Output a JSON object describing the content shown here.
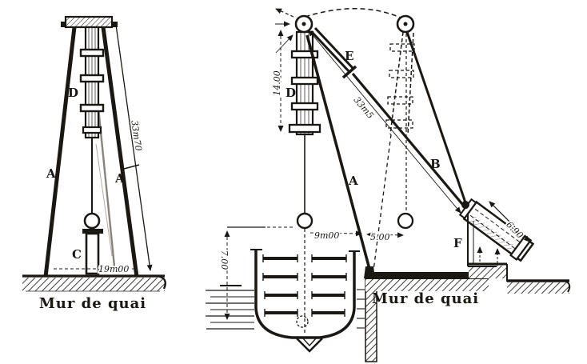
{
  "colors": {
    "ink": "#1b1712",
    "paper": "#ffffff"
  },
  "figure_left": {
    "labels": {
      "leg_left": "A",
      "leg_right": "A",
      "pile_column": "D",
      "ram": "C"
    },
    "dimensions": {
      "leg": "33m70",
      "height": "19m00"
    },
    "caption": "Mur de quai"
  },
  "figure_right": {
    "labels": {
      "front_leg": "A",
      "stay_cable": "B",
      "pile_column": "D",
      "jib": "E",
      "winch": "F"
    },
    "dimensions": {
      "mast_height": "14.00",
      "stay_length": "33m5",
      "horizontal_reach": "9m00",
      "setback": "5.00",
      "water_depth": "7.00",
      "winch_length": "6.90"
    },
    "caption": "Mur de quai"
  }
}
